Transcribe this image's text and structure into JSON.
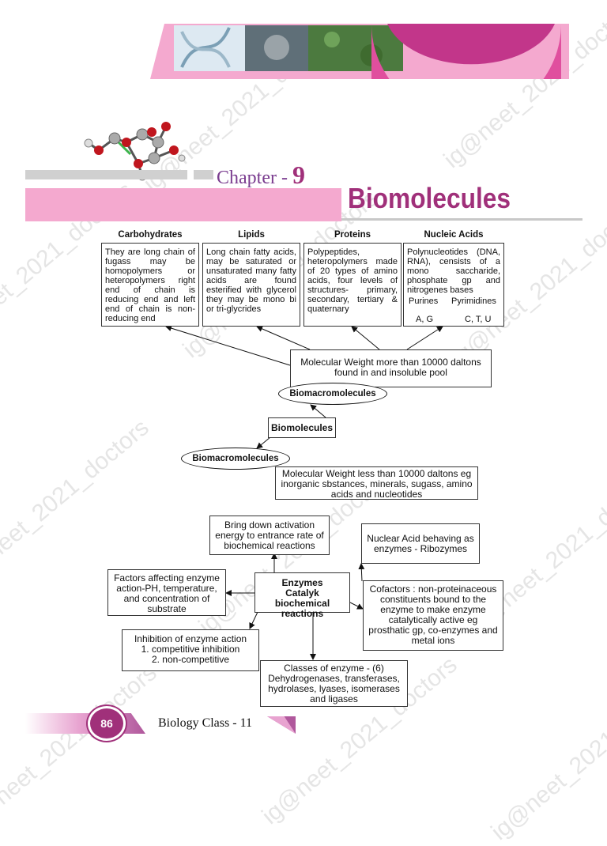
{
  "chapter": {
    "label": "Chapter -",
    "number": "9",
    "title": "Biomolecules"
  },
  "columns": [
    {
      "heading": "Carbohydrates",
      "text": "They are long chain of fugass may be homopolymers or heteropolymers right end of chain is reducing end and left end of chain is non-reducing end"
    },
    {
      "heading": "Lipids",
      "text": "Long chain fatty acids, may be saturated or unsaturated many fatty acids are found esterified with glycerol they may be mono bi or tri-glycrides"
    },
    {
      "heading": "Proteins",
      "text": "Polypeptides, heteropolymers made of 20 types of amino acids, four levels of structures- primary, secondary, tertiary & quaternary"
    },
    {
      "heading": "Nucleic Acids",
      "text": "Polynucleotides (DNA, RNA), censists of a mono saccharide, phosphate gp and nitrogenes bases",
      "purines": "Purines",
      "pyrimidines": "Pyrimidines",
      "purine_bases": "A, G",
      "pyrimidine_bases": "C, T, U"
    }
  ],
  "macro_weight": "Molecular Weight more than 10000 daltons found in and insoluble pool",
  "biomacro_top": "Biomacromolecules",
  "biomolecules": "Biomolecules",
  "biomacro_bottom": "Biomacromolecules",
  "micro_weight": "Molecular Weight less than 10000 daltons eg inorganic sbstances, minerals, sugass, amino acids and nucleotides",
  "enzymes": {
    "center_title": "Enzymes",
    "center_sub": "Catalyk biochemical reactions",
    "activation": "Bring down activation energy to entrance rate of biochemical reactions",
    "ribozymes": "Nuclear Acid behaving as enzymes - Ribozymes",
    "factors": "Factors affecting enzyme action-PH, temperature, and concentration of substrate",
    "cofactors": "Cofactors : non-proteinaceous constituents bound to the enzyme to make enzyme catalytically active eg prosthatic gp, co-enzymes and metal ions",
    "inhibition_title": "Inhibition of enzyme action",
    "inhibition_1": "1. competitive inhibition",
    "inhibition_2": "2. non-competitive",
    "classes": "Classes of enzyme - (6) Dehydrogenases, transferases, hydrolases, lyases, isomerases and ligases"
  },
  "footer": {
    "page": "86",
    "book": "Biology Class -",
    "class_num": "11"
  },
  "watermark": "ig@neet_2021_doctors",
  "colors": {
    "pink": "#f4a9cf",
    "magenta": "#a0307a",
    "purple": "#7a3c8f",
    "light_gray": "#d0d0d0"
  }
}
